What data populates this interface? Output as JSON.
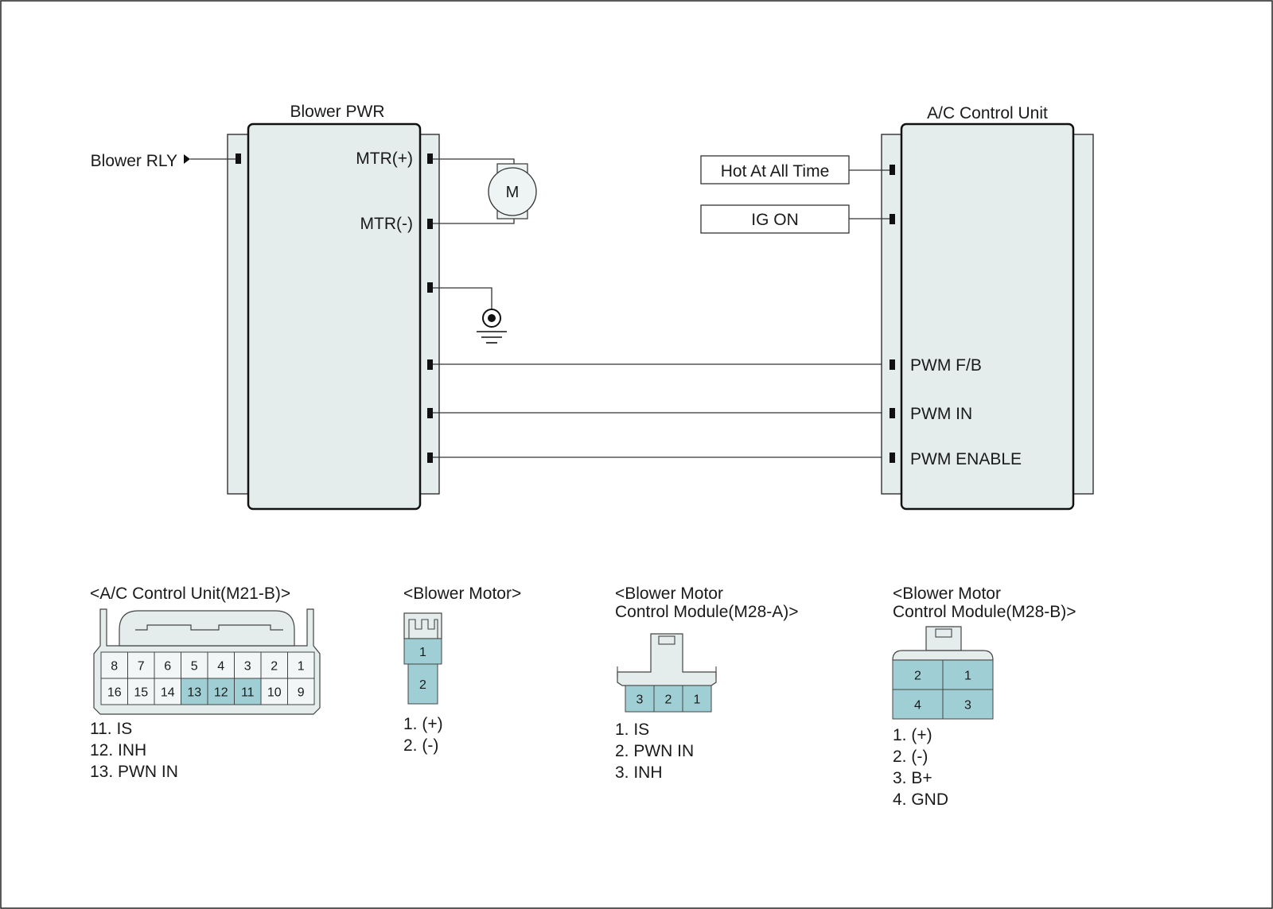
{
  "blower_pwr": {
    "title": "Blower PWR",
    "input_label": "Blower RLY",
    "pins": [
      "MTR(+)",
      "MTR(-)"
    ]
  },
  "motor": {
    "symbol": "M"
  },
  "ac_unit": {
    "title": "A/C Control Unit",
    "sources": [
      "Hot At All Time",
      "IG ON"
    ],
    "pins": [
      "PWM F/B",
      "PWM IN",
      "PWM ENABLE"
    ]
  },
  "connectors": {
    "ac_m21b": {
      "title": "<A/C Control Unit(M21-B)>",
      "top_row": [
        "8",
        "7",
        "6",
        "5",
        "4",
        "3",
        "2",
        "1"
      ],
      "bottom_row": [
        "16",
        "15",
        "14",
        "13",
        "12",
        "11",
        "10",
        "9"
      ],
      "legend": [
        "11. IS",
        "12. INH",
        "13. PWN IN"
      ]
    },
    "blower_motor": {
      "title": "<Blower Motor>",
      "pins": [
        "1",
        "2"
      ],
      "legend": [
        "1. (+)",
        "2. (-)"
      ]
    },
    "m28a": {
      "title_line1": "<Blower Motor",
      "title_line2": "Control Module(M28-A)>",
      "pins": [
        "3",
        "2",
        "1"
      ],
      "legend": [
        "1. IS",
        "2. PWN IN",
        "3. INH"
      ]
    },
    "m28b": {
      "title_line1": "<Blower Motor",
      "title_line2": "Control Module(M28-B)>",
      "top_row": [
        "2",
        "1"
      ],
      "bottom_row": [
        "4",
        "3"
      ],
      "legend": [
        "1. (+)",
        "2. (-)",
        "3. B+",
        "4. GND"
      ]
    }
  },
  "colors": {
    "highlight_pin": "#9fcfd4",
    "body_fill": "#e4ecec"
  }
}
